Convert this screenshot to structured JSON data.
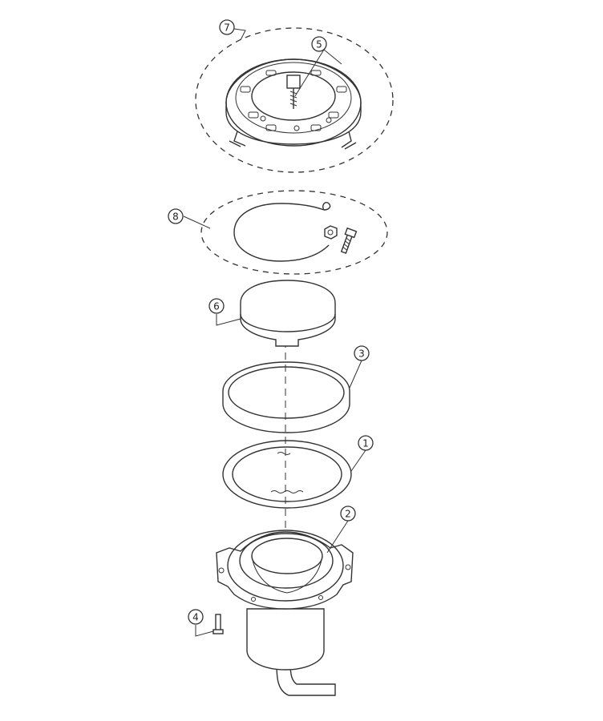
{
  "callouts": [
    {
      "id": "c1",
      "label": "1"
    },
    {
      "id": "c2",
      "label": "2"
    },
    {
      "id": "c3",
      "label": "3"
    },
    {
      "id": "c4",
      "label": "4"
    },
    {
      "id": "c5",
      "label": "5"
    },
    {
      "id": "c6",
      "label": "6"
    },
    {
      "id": "c7",
      "label": "7"
    },
    {
      "id": "c8",
      "label": "8"
    }
  ],
  "colors": {
    "line": "#333333",
    "background": "#ffffff"
  }
}
